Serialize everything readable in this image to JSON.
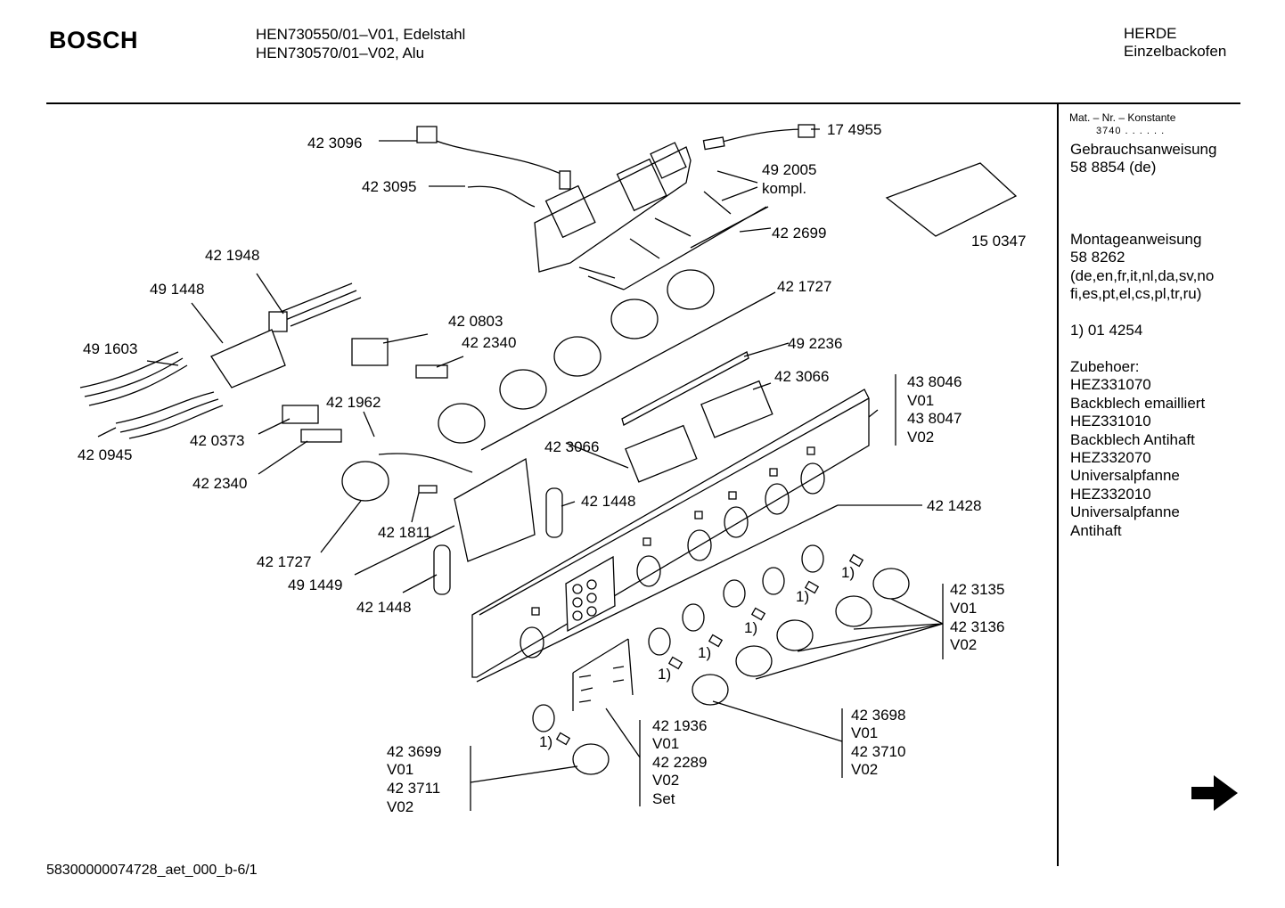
{
  "header": {
    "brand": "BOSCH",
    "model_line1": "HEN730550/01–V01, Edelstahl",
    "model_line2": "HEN730570/01–V02,  Alu",
    "category": "HERDE",
    "subcategory": "Einzelbackofen"
  },
  "sidebar": {
    "mat_nr_label": "Mat. – Nr. – Konstante",
    "mat_nr_value": "3740 . . . . . .",
    "blocks": [
      [
        "Gebrauchsanweisung",
        "58 8854 (de)"
      ],
      [
        "Montageanweisung",
        "58 8262",
        "(de,en,fr,it,nl,da,sv,no",
        "fi,es,pt,el,cs,pl,tr,ru)"
      ],
      [
        "1) 01 4254"
      ],
      [
        "Zubehoer:",
        "HEZ331070",
        "Backblech emailliert",
        "HEZ331010",
        "Backblech Antihaft",
        "HEZ332070",
        "Universalpfanne",
        "HEZ332010",
        "Universalpfanne",
        "Antihaft"
      ]
    ],
    "next_arrow_icon": "arrow-right-icon"
  },
  "footer": {
    "doc_id": "58300000074728_aet_000_b-6/1"
  },
  "parts": {
    "p423096": "42 3096",
    "p174955": "17 4955",
    "p423095": "42 3095",
    "p492005": "49 2005",
    "kompl": "kompl.",
    "p422699": "42 2699",
    "p150347": "15 0347",
    "p421948": "42 1948",
    "p491448": "49 1448",
    "p421727a": "42 1727",
    "p420803": "42 0803",
    "p422340a": "42 2340",
    "p492236": "49 2236",
    "p491603": "49 1603",
    "p423066a": "42 3066",
    "p438046": "43 8046",
    "v01a": "V01",
    "p438047": "43 8047",
    "v02a": "V02",
    "p421962": "42 1962",
    "p420373": "42 0373",
    "p420945": "42 0945",
    "p423066b": "42 3066",
    "p422340b": "42 2340",
    "p421448a": "42 1448",
    "p421428": "42 1428",
    "p421811": "42 1811",
    "p421727b": "42 1727",
    "p491449": "49 1449",
    "p421448b": "42 1448",
    "p423135": "42  3135",
    "v01b": "V01",
    "p423136": "42 3136",
    "v02b": "V02",
    "p423698": "42 3698",
    "v01c": "V01",
    "p423710": "42 3710",
    "v02c": "V02",
    "p421936": "42 1936",
    "v01d": "V01",
    "p422289": "42 2289",
    "v02d": "V02",
    "set": "Set",
    "p423699": "42 3699",
    "v01e": "V01",
    "p423711": "42 3711",
    "v02e": "V02",
    "note1": "1)"
  }
}
